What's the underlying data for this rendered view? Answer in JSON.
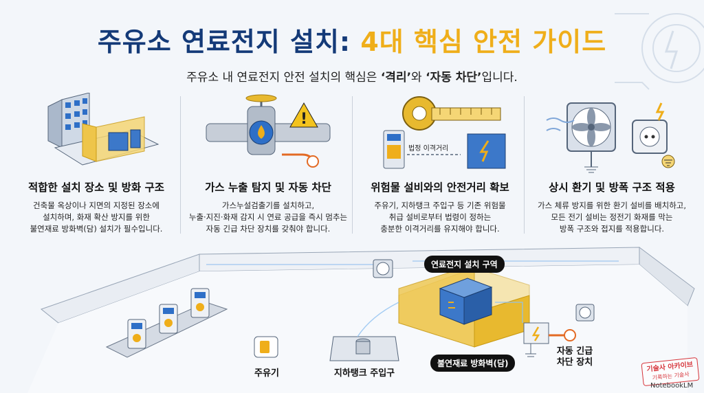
{
  "title": {
    "part1": "주유소 연료전지 설치:",
    "part2": "4대 핵심 안전 가이드"
  },
  "subtitle": {
    "prefix": "주유소 내 연료전지 안전 설치의 핵심은 ",
    "em1": "‘격리’",
    "mid": "와 ",
    "em2": "‘자동 차단’",
    "suffix": "입니다."
  },
  "columns": [
    {
      "title": "적합한 설치 장소 및 방화 구조",
      "desc": "건축물 옥상이나 지면의 지정된 장소에\n설치하며, 화재 확산 방지를 위한\n불연재료 방화벽(담) 설치가 필수입니다."
    },
    {
      "title": "가스 누출 탐지 및 자동 차단",
      "desc": "가스누설검출기를 설치하고,\n누출·지진·화재 감지 시 연료 공급을 즉시 멈추는\n자동 긴급 차단 장치를 갖춰야 합니다."
    },
    {
      "title": "위험물 설비와의 안전거리 확보",
      "desc": "주유기, 지하탱크 주입구 등 기존 위험물\n취급 설비로부터 법령이 정하는\n충분한 이격거리를 유지해야 합니다.",
      "icon_label": "법정 이격거리"
    },
    {
      "title": "상시 환기 및 방폭 구조 적용",
      "desc": "가스 체류 방지를 위한 환기 설비를 배치하고,\n모든 전기 설비는 정전기 화재를 막는\n방폭 구조와 접지를 적용합니다."
    }
  ],
  "scene": {
    "zone_label": "연료전지 설치 구역",
    "dispenser_label": "주유기",
    "tank_label": "지하탱크 주입구",
    "wall_label": "불연재료 방화벽(담)",
    "shutoff_label": "자동 긴급\n차단 장치"
  },
  "watermark": {
    "stamp_line1": "기술사 아카이브",
    "stamp_line2": "기록하는 기술사",
    "brand": "NotebookLM"
  },
  "colors": {
    "navy": "#143a78",
    "gold": "#efae1a",
    "wall": "#e8b92f",
    "pipe_orange": "#e36a24",
    "unit_blue": "#2e6fc7"
  }
}
